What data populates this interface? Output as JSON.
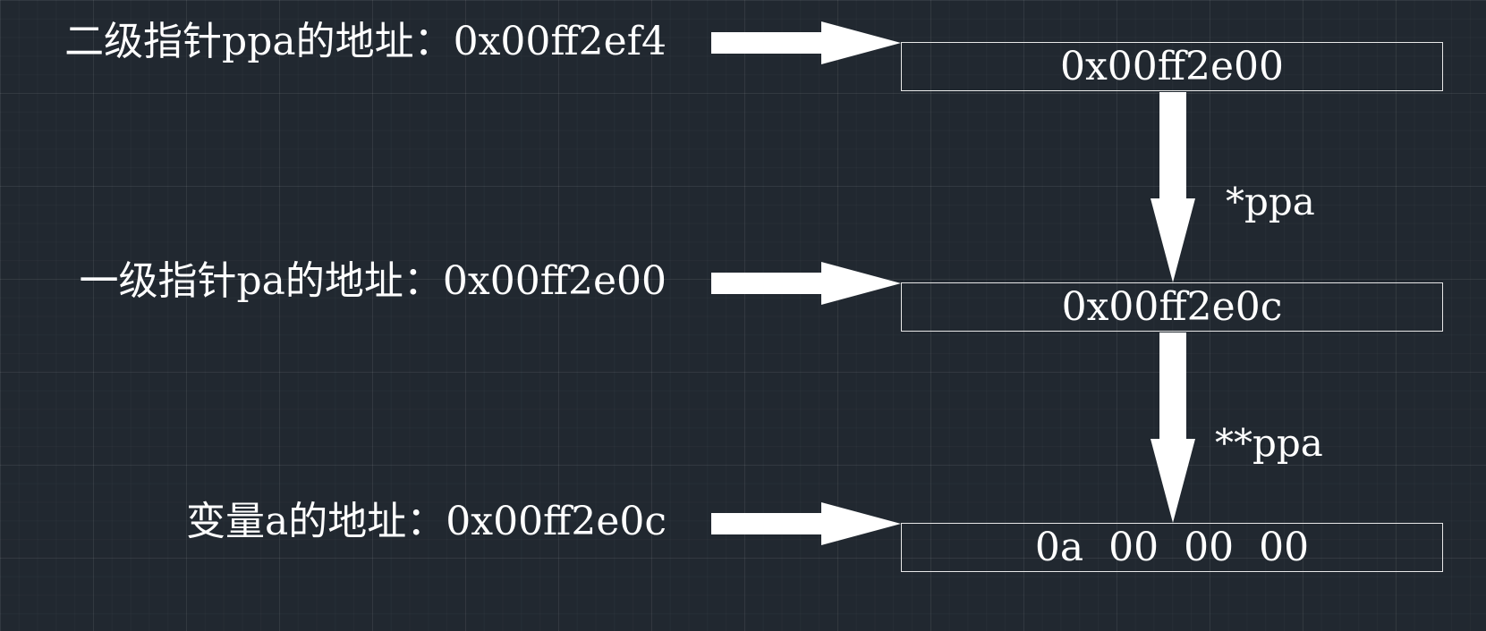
{
  "rows": [
    {
      "label": "二级指针ppa的地址：0x00ff2ef4",
      "value": "0x00ff2e00"
    },
    {
      "label": "一级指针pa的地址：0x00ff2e00",
      "value": "0x00ff2e0c"
    },
    {
      "label": "变量a的地址：0x00ff2e0c",
      "bytes": [
        "0a",
        "00",
        "00",
        "00"
      ]
    }
  ],
  "dereference": {
    "first": "*ppa",
    "second": "**ppa"
  },
  "colors": {
    "background": "#212830",
    "foreground": "#ffffff",
    "box_border": "#e8e8e8"
  },
  "icons": [
    "right-arrow-icon",
    "down-arrow-icon"
  ]
}
